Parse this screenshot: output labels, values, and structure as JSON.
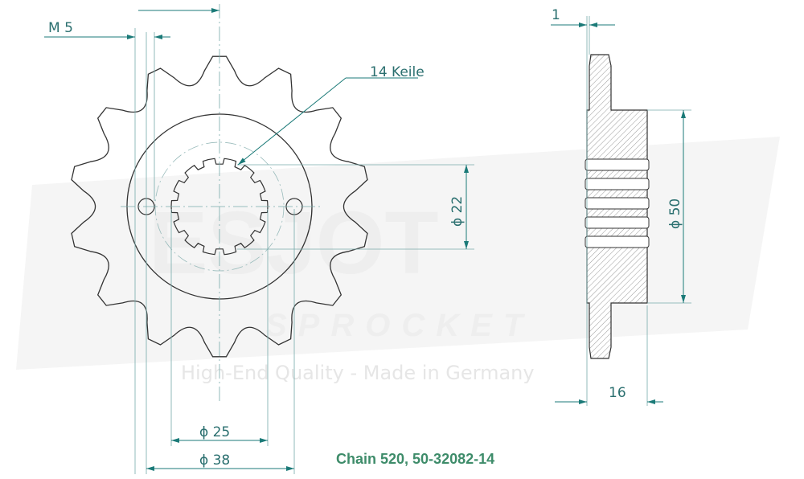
{
  "watermark": {
    "brand": "ESJOT",
    "sub": "SPROCKET",
    "tagline": "High-End Quality - Made in Germany"
  },
  "dimensions": {
    "bolt_thread": "M 5",
    "splines": "14 Keile",
    "bore": "ϕ 22",
    "hub": "ϕ 50",
    "bolt_circle_inner": "ϕ 25",
    "bolt_circle": "ϕ 38",
    "tooth_width": "1",
    "hub_width": "16"
  },
  "teeth_count": 14,
  "caption": "Chain 520, 50-32082-14",
  "colors": {
    "dim": "#2a6f6f",
    "line": "#333333",
    "caption": "#3e8c6a"
  }
}
